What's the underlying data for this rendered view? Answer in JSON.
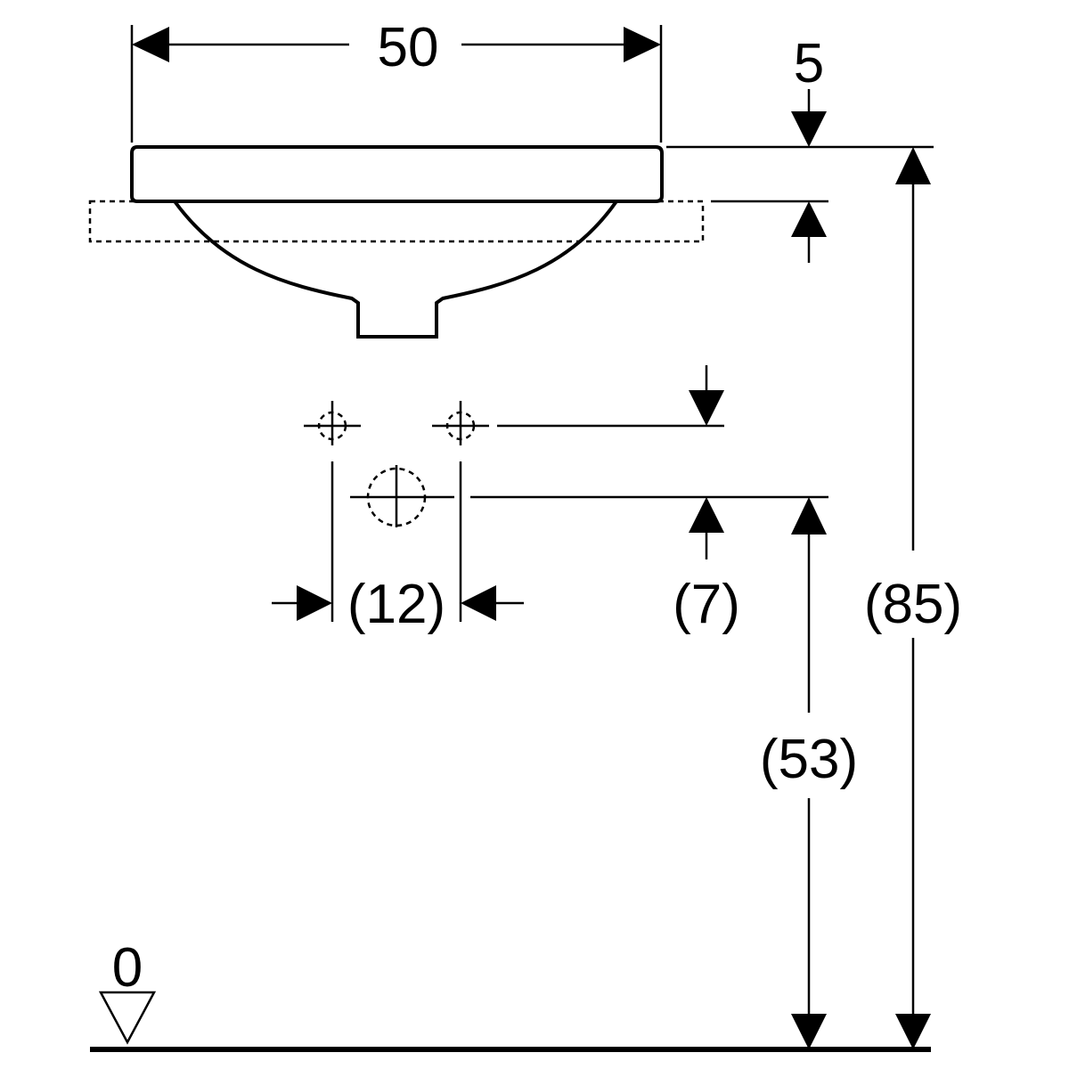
{
  "dimensions": {
    "width": "50",
    "rim_thickness": "5",
    "total_height": "(85)",
    "drain_height": "(53)",
    "tap_offset": "(7)",
    "tap_spacing": "(12)",
    "floor_reference": "0"
  }
}
